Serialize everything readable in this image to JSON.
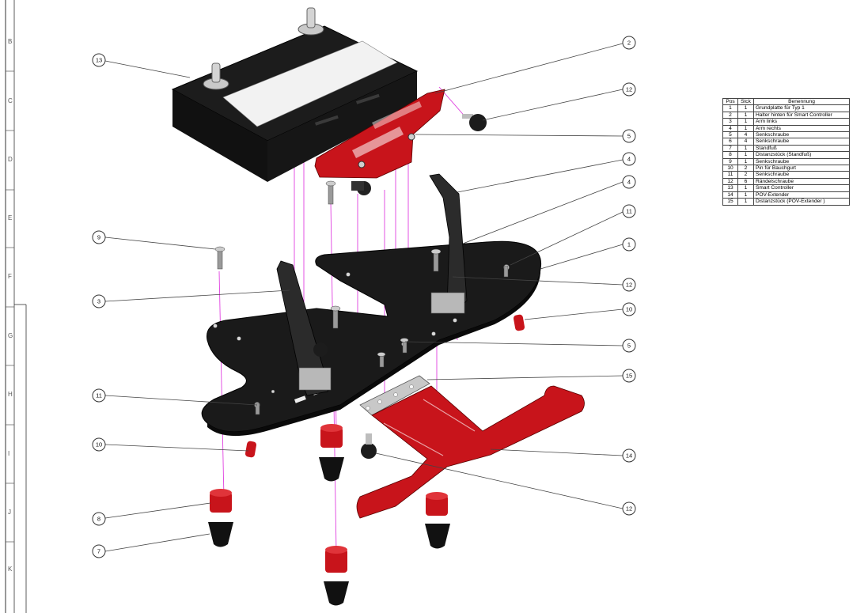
{
  "sheet": {
    "row_labels": [
      "B",
      "C",
      "D",
      "E",
      "F",
      "G",
      "H",
      "I",
      "J",
      "K"
    ]
  },
  "callouts": [
    "13",
    "2",
    "12",
    "5",
    "4",
    "4",
    "11",
    "1",
    "12",
    "10",
    "9",
    "3",
    "5",
    "15",
    "11",
    "10",
    "14",
    "8",
    "12",
    "7"
  ],
  "bom": {
    "headers": {
      "pos": "Pos",
      "qty": "Stck",
      "name": "Benennung"
    },
    "rows": [
      {
        "pos": "1",
        "qty": "1",
        "name": "Grundplatte für Typ 1"
      },
      {
        "pos": "2",
        "qty": "1",
        "name": "Halter hinten für Smart Controller"
      },
      {
        "pos": "3",
        "qty": "1",
        "name": "Arm links"
      },
      {
        "pos": "4",
        "qty": "1",
        "name": "Arm rechts"
      },
      {
        "pos": "5",
        "qty": "4",
        "name": "Senkschraube"
      },
      {
        "pos": "6",
        "qty": "4",
        "name": "Senkschraube"
      },
      {
        "pos": "7",
        "qty": "1",
        "name": "Standfuß"
      },
      {
        "pos": "8",
        "qty": "1",
        "name": "Distanzstück (Standfuß)"
      },
      {
        "pos": "9",
        "qty": "1",
        "name": "Senkschraube"
      },
      {
        "pos": "10",
        "qty": "2",
        "name": "Pin für Bauchgurt"
      },
      {
        "pos": "11",
        "qty": "2",
        "name": "Senkschraube"
      },
      {
        "pos": "12",
        "qty": "6",
        "name": "Rändelschraube"
      },
      {
        "pos": "13",
        "qty": "1",
        "name": "Smart Controller"
      },
      {
        "pos": "14",
        "qty": "1",
        "name": "POV-Extender"
      },
      {
        "pos": "15",
        "qty": "1",
        "name": "Distanzstück (POV-Extender )"
      }
    ]
  },
  "colors": {
    "part_black": "#1c1c1c",
    "part_red": "#c8141b",
    "assembly_line": "#e040e0",
    "leader": "#444444",
    "screen": "#f2f2f2"
  }
}
